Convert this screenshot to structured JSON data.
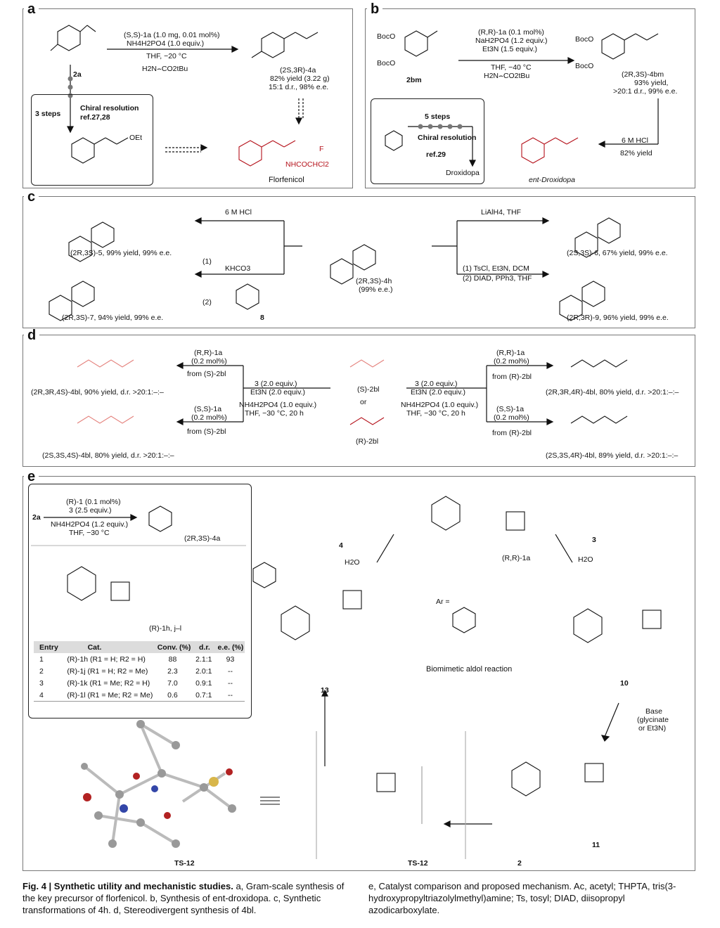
{
  "panels": {
    "a": {
      "label": "a",
      "substrate": "2a",
      "conditions": [
        "(S,S)-1a (1.0 mg, 0.01 mol%)",
        "NH4H2PO4 (1.0 equiv.)",
        "THF, −20 °C"
      ],
      "reagent": "H2N⌢CO2tBu",
      "product_name": "(2S,3R)-4a",
      "product_yield": "82% yield (3.22 g)",
      "product_selectivity": "15:1 d.r., 98% e.e.",
      "steps": "3 steps",
      "resolution": "Chiral resolution",
      "ref": "ref.27,28",
      "target": "Florfenicol",
      "target_group": "NHCOCHCl2",
      "side_F": "F",
      "ester": "OEt"
    },
    "b": {
      "label": "b",
      "substrate": "2bm",
      "conditions": [
        "(R,R)-1a (0.1 mol%)",
        "NaH2PO4 (1.2 equiv.)",
        "Et3N (1.5 equiv.)",
        "THF, −40 °C"
      ],
      "reagent": "H2N⌢CO2tBu",
      "product_name": "(2R,3S)-4bm",
      "product_yield": "93% yield,",
      "product_selectivity": ">20:1 d.r., 99% e.e.",
      "steps": "5 steps",
      "resolution": "Chiral resolution",
      "ref": "ref.29",
      "droxidopa": "Droxidopa",
      "hcl": "6 M HCl",
      "hcl_yield": "82% yield",
      "target": "ent-Droxidopa",
      "boco": "BocO"
    },
    "c": {
      "label": "c",
      "center": "(2R,3S)-4h",
      "center_ee": "(99% e.e.)",
      "left_top_reagent": "6 M HCl",
      "left_top_product": "(2R,3S)-5, 99% yield, 99% e.e.",
      "left_step1": "(1)",
      "left_step1_reagent": "KHCO3",
      "left_step2": "(2)",
      "left_step2_compound": "8",
      "left_bottom_product": "(2R,3S)-7, 94% yield, 99% e.e.",
      "right_top_reagent": "LiAlH4, THF",
      "right_top_product": "(2S,3S)-6, 67% yield, 99% e.e.",
      "right_bottom_reagents": [
        "(1) TsCl, Et3N, DCM",
        "(2) DIAD, PPh3, THF"
      ],
      "right_bottom_product": "(2R,3R)-9, 96% yield, 99% e.e."
    },
    "d": {
      "label": "d",
      "center_top": "(S)-2bl",
      "center_or": "or",
      "center_bottom": "(R)-2bl",
      "conditions": [
        "3 (2.0 equiv.)",
        "Et3N (2.0 equiv.)",
        "NH4H2PO4 (1.0 equiv.)",
        "THF, −30 °C, 20 h"
      ],
      "left_top_cat": [
        "(R,R)-1a",
        "(0.2 mol%)",
        "from (S)-2bl"
      ],
      "left_bottom_cat": [
        "(S,S)-1a",
        "(0.2 mol%)",
        "from (S)-2bl"
      ],
      "right_top_cat": [
        "(R,R)-1a",
        "(0.2 mol%)",
        "from (R)-2bl"
      ],
      "right_bottom_cat": [
        "(S,S)-1a",
        "(0.2 mol%)",
        "from (R)-2bl"
      ],
      "lt_product": "(2R,3R,4S)-4bl, 90% yield, d.r. >20:1:–:–",
      "lb_product": "(2S,3S,4S)-4bl, 80% yield, d.r. >20:1:–:–",
      "rt_product": "(2R,3R,4R)-4bl, 80% yield, d.r. >20:1:–:–",
      "rb_product": "(2S,3S,4R)-4bl, 89% yield, d.r. >20:1:–:–"
    },
    "e": {
      "label": "e",
      "substrate": "2a",
      "conditions": [
        "(R)-1 (0.1 mol%)",
        "3 (2.5 equiv.)",
        "NH4H2PO4 (1.2 equiv.)",
        "THF, −30 °C"
      ],
      "product": "(2R,3S)-4a",
      "catalyst_series": "(R)-1h, j–l",
      "table_headers": [
        "Entry",
        "Cat.",
        "Conv. (%)",
        "d.r.",
        "e.e. (%)"
      ],
      "table_rows": [
        [
          "1",
          "(R)-1h (R1 = H; R2 = H)",
          "88",
          "2.1:1",
          "93"
        ],
        [
          "2",
          "(R)-1j (R1 = H; R2 = Me)",
          "2.3",
          "2.0:1",
          "--"
        ],
        [
          "3",
          "(R)-1k (R1 = Me; R2 = H)",
          "7.0",
          "0.9:1",
          "--"
        ],
        [
          "4",
          "(R)-1l (R1 = Me; R2 = Me)",
          "0.6",
          "0.7:1",
          "--"
        ]
      ],
      "cat_main": "(R,R)-1a",
      "ar_def": "Ar =",
      "glycinate": "3",
      "water": "H2O",
      "product_4": "4",
      "int_10": "10",
      "int_11": "11",
      "int_13": "13",
      "aldol": "Biomimetic aldol reaction",
      "base": [
        "Base",
        "(glycinate",
        "or Et3N)"
      ],
      "aldehyde": "2",
      "ts_label": "TS-12",
      "ts3d_label": "TS-12"
    }
  },
  "caption": {
    "fig": "Fig. 4 | Synthetic utility and mechanistic studies.",
    "a": "a, Gram-scale synthesis of the key precursor of florfenicol.",
    "b": "b, Synthesis of ent-droxidopa.",
    "c": "c, Synthetic transformations of 4h.",
    "d": "d, Stereodivergent synthesis of 4bl.",
    "e": "e, Catalyst comparison and proposed mechanism. Ac, acetyl; THPTA, tris(3-hydroxypropyltriazolylmethyl)amine; Ts, tosyl; DIAD, diisopropyl azodicarboxylate."
  }
}
